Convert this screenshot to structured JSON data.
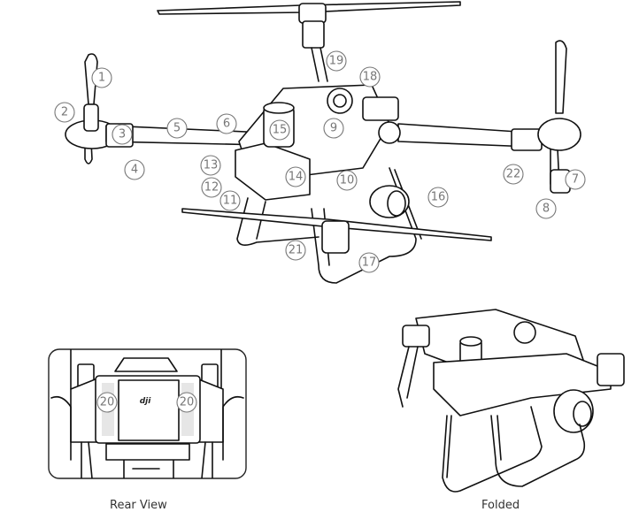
{
  "main_view": {
    "callouts": [
      "1",
      "2",
      "3",
      "4",
      "5",
      "6",
      "7",
      "8",
      "9",
      "10",
      "11",
      "12",
      "13",
      "14",
      "15",
      "16",
      "17",
      "18",
      "19",
      "21",
      "22"
    ]
  },
  "rear_view": {
    "caption": "Rear View",
    "callouts": [
      "20",
      "20"
    ],
    "logo_text": "dji"
  },
  "folded_view": {
    "caption": "Folded"
  }
}
